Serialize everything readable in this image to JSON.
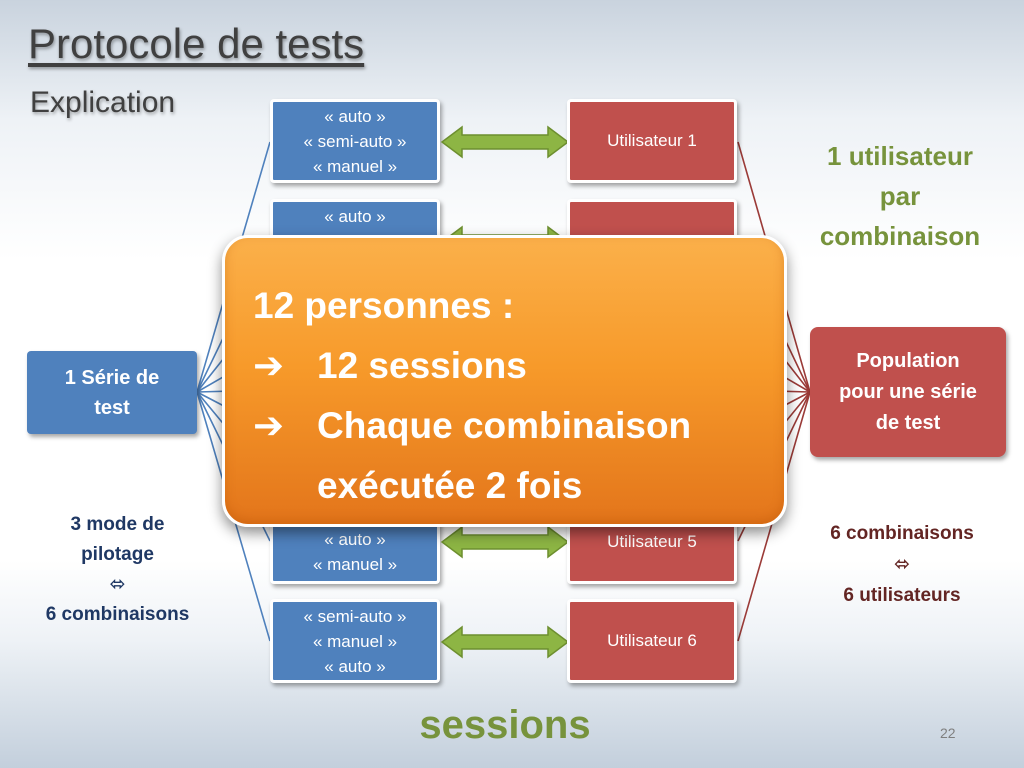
{
  "slide": {
    "title": "Protocole de tests",
    "subtitle": "Explication",
    "footer": "sessions",
    "page_number": "22"
  },
  "serie_box": {
    "line1": "1 Série de",
    "line2": "test"
  },
  "population_box": {
    "line1": "Population",
    "line2": "pour une série",
    "line3": "de test"
  },
  "modes": [
    {
      "lines": [
        "« auto »",
        "« semi-auto »",
        "« manuel »"
      ]
    },
    {
      "lines": [
        "« auto »",
        "« manuel »"
      ]
    },
    {
      "lines": [
        "« semi-auto »",
        "« manuel »",
        "« auto »"
      ]
    }
  ],
  "users": [
    {
      "label": "Utilisateur 1"
    },
    {
      "label": "Utilisateur 5"
    },
    {
      "label": "Utilisateur 6"
    }
  ],
  "notes": {
    "right_top": {
      "line1": "1 utilisateur",
      "line2": "par",
      "line3": "combinaison"
    },
    "left_bottom": {
      "line1": "3 mode de",
      "line2": "pilotage",
      "line3": "⬄",
      "line4": "6 combinaisons"
    },
    "right_bottom": {
      "line1": "6 combinaisons",
      "line2": "⬄",
      "line3": "6 utilisateurs"
    }
  },
  "callout": {
    "line1": "12 personnes :",
    "line2": "12 sessions",
    "line3": "Chaque combinaison",
    "line4": "exécutée 2 fois",
    "arrow_glyph": "➔"
  },
  "colors": {
    "mode_box": "#4f81bd",
    "user_box": "#c0504d",
    "callout": "#f79a2a",
    "arrow": "#8db544",
    "note_green": "#77933c",
    "note_blue": "#1f3864",
    "note_red": "#632523"
  }
}
